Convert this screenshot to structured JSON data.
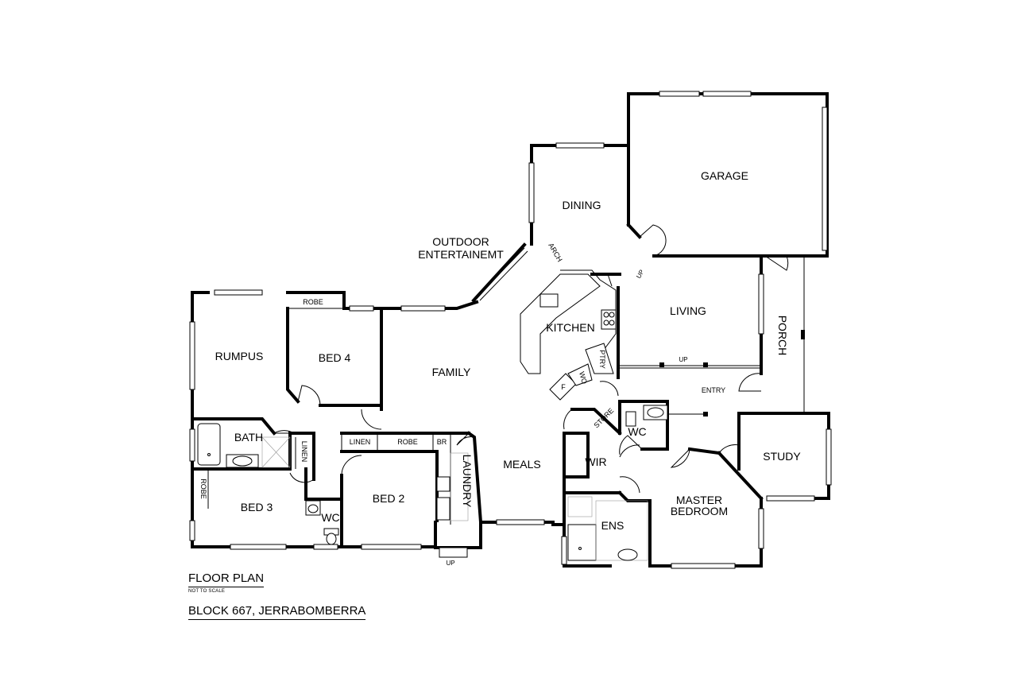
{
  "rooms": {
    "garage": "GARAGE",
    "dining": "DINING",
    "outdoor_line1": "OUTDOOR",
    "outdoor_line2": "ENTERTAINEMT",
    "arch": "ARCH",
    "kitchen": "KITCHEN",
    "living": "LIVING",
    "porch": "PORCH",
    "family": "FAMILY",
    "rumpus": "RUMPUS",
    "bed4": "BED 4",
    "robe_top": "ROBE",
    "bath": "BATH",
    "linen_bath": "LINEN",
    "linen_hall": "LINEN",
    "robe_bed2": "ROBE",
    "br": "BR",
    "laundry": "LAUNDRY",
    "robe_bed3": "ROBE",
    "bed3": "BED 3",
    "wc_left": "WC",
    "bed2": "BED 2",
    "meals": "MEALS",
    "ptry": "PTRY",
    "wo": "WO",
    "fridge": "F",
    "store": "STORE",
    "wc_right": "WC",
    "entry": "ENTRY",
    "study": "STUDY",
    "wir": "WIR",
    "master_line1": "MASTER",
    "master_line2": "BEDROOM",
    "ens": "ENS",
    "up_garage": "UP",
    "up_living": "UP",
    "up_laundry": "UP"
  },
  "caption": {
    "title": "FLOOR PLAN",
    "scale_note": "NOT TO SCALE",
    "block": "BLOCK 667, JERRABOMBERRA"
  }
}
